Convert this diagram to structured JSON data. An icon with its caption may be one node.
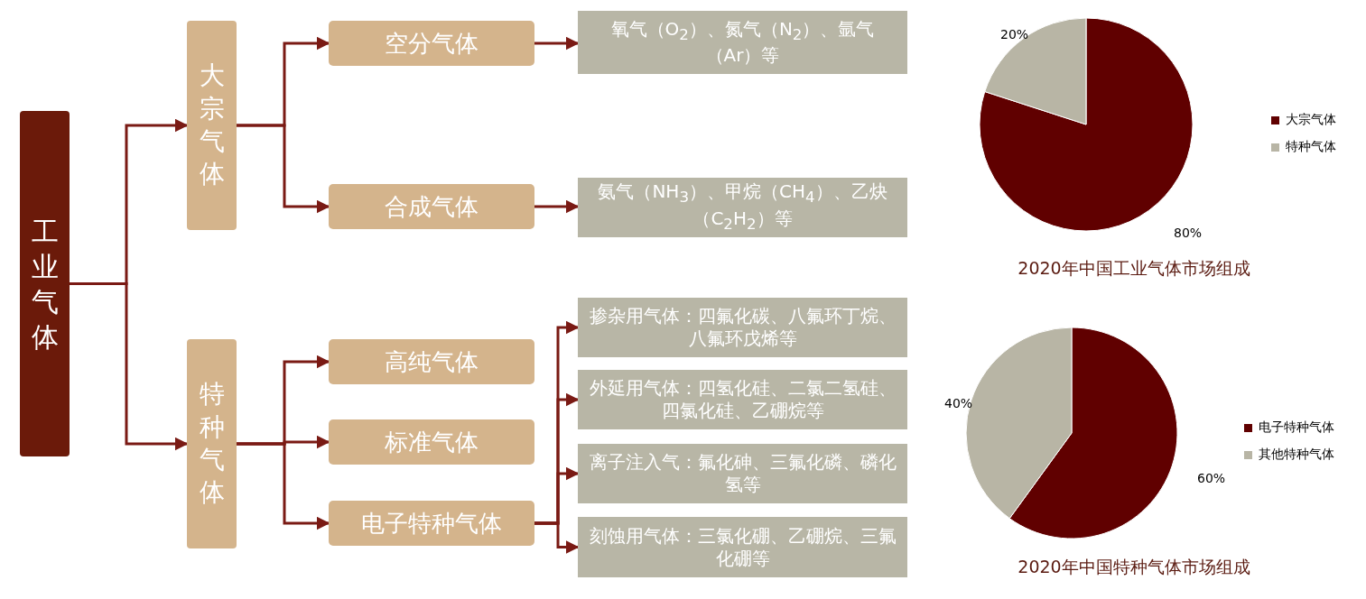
{
  "diagram": {
    "nodes": [
      {
        "text": [
          "工业气体"
        ]
      },
      {
        "text": [
          "大宗气体"
        ]
      },
      {
        "text": [
          "特种气体"
        ]
      },
      {
        "text": [
          "空分气体"
        ]
      },
      {
        "text": [
          "合成气体"
        ]
      },
      {
        "text": [
          "高纯气体"
        ]
      },
      {
        "text": [
          "标准气体"
        ]
      },
      {
        "text": [
          "电子特种气体"
        ]
      },
      {
        "text": [
          "氧气（O$_{2}$）、氮气（N$_{2}$）、氩气（Ar）等"
        ]
      },
      {
        "text": [
          "氨气（NH$_{3}$）、甲烷（CH$_{4}$）、乙炔（C$_{2}$H$_{2}$）等"
        ]
      },
      {
        "text": [
          "掺杂用气体：四氟化碳、八氟环丁烷、八氟环戊烯等"
        ]
      },
      {
        "text": [
          "外延用气体：四氢化硅、二氯二氢硅、四氯化硅、乙硼烷等"
        ]
      },
      {
        "text": [
          "离子注入气：氟化砷、三氟化磷、磷化氢等"
        ]
      },
      {
        "text": [
          "刻蚀用气体：三氯化硼、乙硼烷、三氟化硼等"
        ]
      }
    ],
    "edges": [
      {
        "from": 0,
        "to": 1,
        "arrow": "to"
      },
      {
        "from": 0,
        "to": 2,
        "arrow": "to"
      },
      {
        "from": 1,
        "to": 3,
        "arrow": "to"
      },
      {
        "from": 1,
        "to": 4,
        "arrow": "to"
      },
      {
        "from": 3,
        "to": 8,
        "arrow": "to"
      },
      {
        "from": 4,
        "to": 9,
        "arrow": "to"
      },
      {
        "from": 2,
        "to": 5,
        "arrow": "to"
      },
      {
        "from": 2,
        "to": 6,
        "arrow": "to"
      },
      {
        "from": 2,
        "to": 7,
        "arrow": "to"
      },
      {
        "from": 7,
        "to": 10,
        "arrow": "to"
      },
      {
        "from": 7,
        "to": 11,
        "arrow": "to"
      },
      {
        "from": 7,
        "to": 12,
        "arrow": "to"
      },
      {
        "from": 7,
        "to": 13,
        "arrow": "to"
      }
    ],
    "chart_data": [
      {
        "type": "pie",
        "title": "2020年中国工业气体市场组成",
        "categories": [
          "大宗气体",
          "特种气体"
        ],
        "colors": [
          "#600000",
          "#b8b5a5"
        ],
        "values": [
          80,
          20
        ],
        "value_labels": [
          "80%",
          "20%"
        ],
        "legend": "right"
      },
      {
        "type": "pie",
        "title": "2020年中国特种气体市场组成",
        "categories": [
          "电子特种气体",
          "其他特种气体"
        ],
        "colors": [
          "#600000",
          "#b8b5a5"
        ],
        "values": [
          60,
          40
        ],
        "value_labels": [
          "60%",
          "40%"
        ],
        "legend": "right"
      }
    ]
  }
}
